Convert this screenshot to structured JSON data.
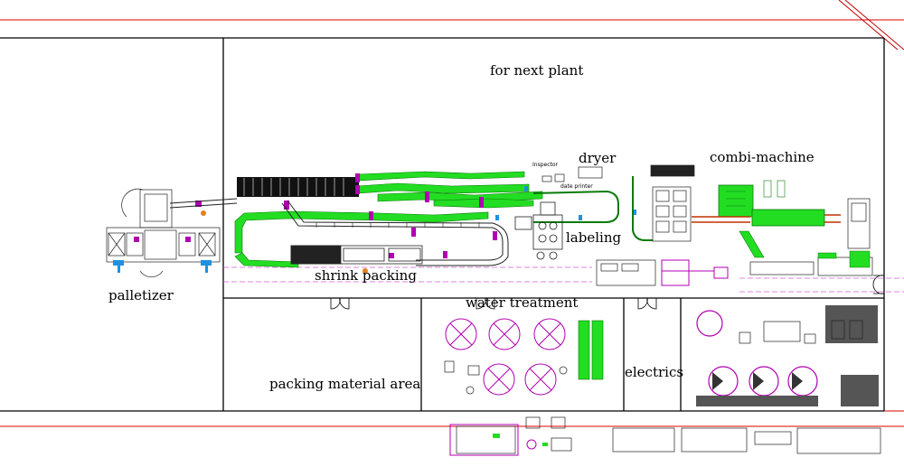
{
  "title": "",
  "areas": {
    "next_plant": "for next plant",
    "dryer": "dryer",
    "combi_machine": "combi-machine",
    "labeling": "labeling",
    "palletizer": "palletizer",
    "shrink_packing": "shrink packing",
    "water_treatment": "water treatment",
    "packing_material_area": "packing material area",
    "electrics": "electrics"
  },
  "small_labels": {
    "inspector": "Inspector",
    "date_printer": "date printer"
  },
  "colors": {
    "wall": "#000000",
    "grid_line": "#e00000",
    "conveyor": "#22dd22",
    "conveyor_edge": "#0a7a0a",
    "machine": "#222222",
    "accent": "#b000b0",
    "dashed": "#d060d0",
    "blue": "#2090e0"
  }
}
